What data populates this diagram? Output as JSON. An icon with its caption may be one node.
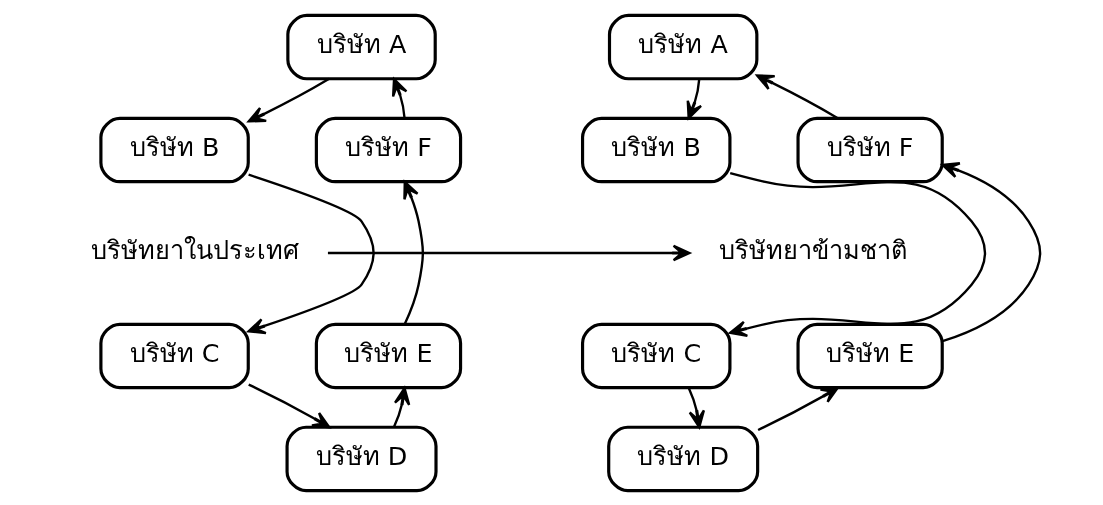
{
  "diagram": {
    "nodes": [
      {
        "text": [
          "บริษัทยาในประเทศ"
        ]
      },
      {
        "text": [
          "บริษัท A"
        ]
      },
      {
        "text": [
          "บริษัท B"
        ]
      },
      {
        "text": [
          "บริษัท C"
        ]
      },
      {
        "text": [
          "บริษัท D"
        ]
      },
      {
        "text": [
          "บริษัท E"
        ]
      },
      {
        "text": [
          "บริษัท F"
        ]
      },
      {
        "text": [
          "บริษัทยาข้ามชาติ"
        ]
      },
      {
        "text": [
          "บริษัท A"
        ]
      },
      {
        "text": [
          "บริษัท B"
        ]
      },
      {
        "text": [
          "บริษัท C"
        ]
      },
      {
        "text": [
          "บริษัท D"
        ]
      },
      {
        "text": [
          "บริษัท E"
        ]
      },
      {
        "text": [
          "บริษัท F"
        ]
      }
    ],
    "edges": [
      {
        "from": 1,
        "to": 2,
        "arrow": "to"
      },
      {
        "from": 2,
        "to": 3,
        "arrow": "to"
      },
      {
        "from": 3,
        "to": 4,
        "arrow": "to"
      },
      {
        "from": 4,
        "to": 5,
        "arrow": "to"
      },
      {
        "from": 5,
        "to": 6,
        "arrow": "to"
      },
      {
        "from": 6,
        "to": 1,
        "arrow": "to"
      },
      {
        "from": 0,
        "to": 7,
        "arrow": "to"
      },
      {
        "from": 8,
        "to": 9,
        "arrow": "to"
      },
      {
        "from": 9,
        "to": 10,
        "arrow": "to"
      },
      {
        "from": 10,
        "to": 11,
        "arrow": "to"
      },
      {
        "from": 11,
        "to": 12,
        "arrow": "to"
      },
      {
        "from": 12,
        "to": 13,
        "arrow": "to"
      },
      {
        "from": 13,
        "to": 8,
        "arrow": "to"
      }
    ]
  }
}
